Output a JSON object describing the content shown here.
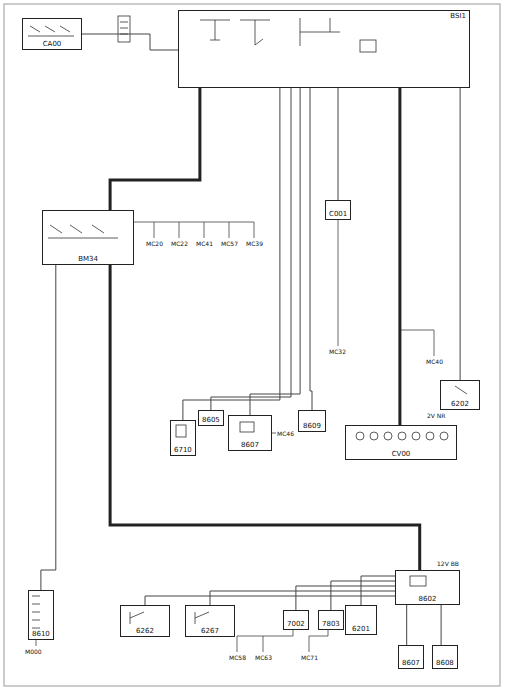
{
  "diagram": {
    "nodes": [
      {
        "text": [
          "CA00"
        ]
      },
      {
        "text": [
          "BSI1"
        ]
      },
      {
        "text": [
          "BM34"
        ]
      },
      {
        "text": [
          "C001"
        ]
      },
      {
        "text": [
          "6202"
        ]
      },
      {
        "text": [
          "6710"
        ]
      },
      {
        "text": [
          "8605"
        ]
      },
      {
        "text": [
          "8607"
        ]
      },
      {
        "text": [
          "8609"
        ]
      },
      {
        "text": [
          "CV00"
        ]
      },
      {
        "text": [
          "8602"
        ]
      },
      {
        "text": [
          "8610"
        ]
      },
      {
        "text": [
          "6262"
        ]
      },
      {
        "text": [
          "6267"
        ]
      },
      {
        "text": [
          "7002"
        ]
      },
      {
        "text": [
          "7803"
        ]
      },
      {
        "text": [
          "6201"
        ]
      },
      {
        "text": [
          "8607"
        ]
      },
      {
        "text": [
          "8608"
        ]
      }
    ],
    "edges": [
      {
        "from": 0,
        "to": 1,
        "arrow": "none"
      },
      {
        "from": 1,
        "to": 2,
        "arrow": "none"
      },
      {
        "from": 1,
        "to": 3,
        "arrow": "none"
      },
      {
        "from": 1,
        "to": 5,
        "arrow": "none"
      },
      {
        "from": 1,
        "to": 6,
        "arrow": "none"
      },
      {
        "from": 1,
        "to": 7,
        "arrow": "none"
      },
      {
        "from": 1,
        "to": 8,
        "arrow": "none"
      },
      {
        "from": 1,
        "to": 9,
        "arrow": "none"
      },
      {
        "from": 1,
        "to": 4,
        "arrow": "none"
      },
      {
        "from": 2,
        "to": 10,
        "arrow": "none"
      },
      {
        "from": 2,
        "to": 11,
        "arrow": "none"
      },
      {
        "from": 10,
        "to": 16,
        "arrow": "none"
      },
      {
        "from": 10,
        "to": 15,
        "arrow": "none"
      },
      {
        "from": 10,
        "to": 14,
        "arrow": "none"
      },
      {
        "from": 10,
        "to": 13,
        "arrow": "none"
      },
      {
        "from": 10,
        "to": 12,
        "arrow": "none"
      },
      {
        "from": 10,
        "to": 17,
        "arrow": "none"
      },
      {
        "from": 10,
        "to": 18,
        "arrow": "none"
      }
    ],
    "labels": [
      "MC20",
      "MC22",
      "MC41",
      "MC57",
      "MC39",
      "MC32",
      "MC40",
      "MC46",
      "MC58",
      "MC63",
      "MC71",
      "M000",
      "12V BB",
      "2V NR"
    ]
  }
}
